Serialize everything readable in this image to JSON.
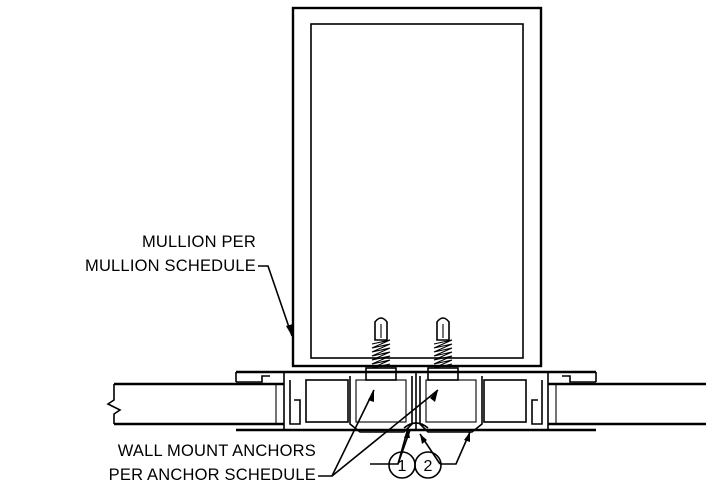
{
  "labels": {
    "mullion_line1": "MULLION PER",
    "mullion_line2": "MULLION SCHEDULE",
    "anchors_line1": "WALL MOUNT ANCHORS",
    "anchors_line2": "PER ANCHOR SCHEDULE"
  },
  "callouts": [
    "1",
    "2"
  ]
}
